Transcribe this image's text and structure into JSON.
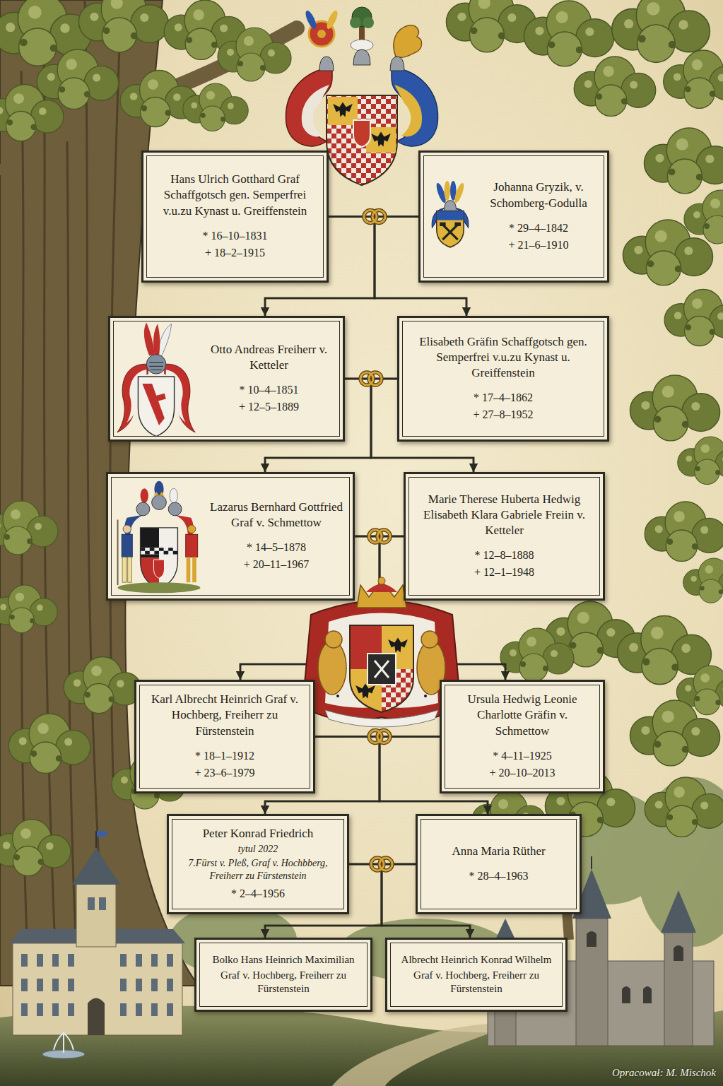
{
  "diagram": {
    "nodes": [
      {
        "text": [
          "Hans Ulrich Gotthard Graf Schaffgotsch gen. Semperfrei v.u.zu Kynast u. Greiffenstein",
          "* 16–10–1831",
          "+ 18–2–1915"
        ]
      },
      {
        "text": [
          "Johanna Gryzik, v. Schomberg-Godulla",
          "* 29–4–1842",
          "+ 21–6–1910"
        ]
      },
      {
        "text": [
          "Otto Andreas Freiherr v. Ketteler",
          "* 10–4–1851",
          "+ 12–5–1889"
        ]
      },
      {
        "text": [
          "Elisabeth Gräfin Schaffgotsch gen. Semperfrei v.u.zu Kynast u. Greiffenstein",
          "* 17–4–1862",
          "+ 27–8–1952"
        ]
      },
      {
        "text": [
          "Lazarus Bernhard Gottfried Graf v. Schmettow",
          "* 14–5–1878",
          "+ 20–11–1967"
        ]
      },
      {
        "text": [
          "Marie Therese Huberta Hedwig Elisabeth Klara Gabriele Freiin v. Ketteler",
          "* 12–8–1888",
          "+ 12–1–1948"
        ]
      },
      {
        "text": [
          "Karl Albrecht Heinrich Graf v. Hochberg, Freiherr zu Fürstenstein",
          "* 18–1–1912",
          "+ 23–6–1979"
        ]
      },
      {
        "text": [
          "Ursula Hedwig Leonie Charlotte Gräfin v. Schmettow",
          "* 4–11–1925",
          "+ 20–10–2013"
        ]
      },
      {
        "text": [
          "Peter Konrad Friedrich",
          "tytul 2022",
          "7.Fürst v. Pleß, Graf v. Hochbberg, Freiherr zu Fürstenstein",
          "* 2–4–1956"
        ]
      },
      {
        "text": [
          "Anna Maria Rüther",
          "* 28–4–1963"
        ]
      },
      {
        "text": [
          "Bolko Hans Heinrich Maximilian",
          "Graf v. Hochberg, Freiherr zu Fürstenstein"
        ]
      },
      {
        "text": [
          "Albrecht Heinrich Konrad Wilhelm",
          "Graf v. Hochberg, Freiherr zu Fürstenstein"
        ]
      }
    ],
    "edges": [
      {
        "from": 0,
        "to": 1,
        "arrow": "none"
      },
      {
        "from": 0,
        "to": 2,
        "arrow": "to"
      },
      {
        "from": 0,
        "to": 3,
        "arrow": "to"
      },
      {
        "from": 1,
        "to": 2,
        "arrow": "to"
      },
      {
        "from": 1,
        "to": 3,
        "arrow": "to"
      },
      {
        "from": 2,
        "to": 3,
        "arrow": "none"
      },
      {
        "from": 2,
        "to": 4,
        "arrow": "to"
      },
      {
        "from": 2,
        "to": 5,
        "arrow": "to"
      },
      {
        "from": 3,
        "to": 4,
        "arrow": "to"
      },
      {
        "from": 3,
        "to": 5,
        "arrow": "to"
      },
      {
        "from": 4,
        "to": 5,
        "arrow": "none"
      },
      {
        "from": 4,
        "to": 6,
        "arrow": "to"
      },
      {
        "from": 4,
        "to": 7,
        "arrow": "to"
      },
      {
        "from": 5,
        "to": 6,
        "arrow": "to"
      },
      {
        "from": 5,
        "to": 7,
        "arrow": "to"
      },
      {
        "from": 6,
        "to": 7,
        "arrow": "none"
      },
      {
        "from": 6,
        "to": 8,
        "arrow": "to"
      },
      {
        "from": 6,
        "to": 9,
        "arrow": "to"
      },
      {
        "from": 7,
        "to": 8,
        "arrow": "to"
      },
      {
        "from": 7,
        "to": 9,
        "arrow": "to"
      },
      {
        "from": 8,
        "to": 9,
        "arrow": "none"
      },
      {
        "from": 8,
        "to": 10,
        "arrow": "to"
      },
      {
        "from": 8,
        "to": 11,
        "arrow": "to"
      },
      {
        "from": 9,
        "to": 10,
        "arrow": "to"
      },
      {
        "from": 9,
        "to": 11,
        "arrow": "to"
      }
    ],
    "labels": [
      "Opracował: M. Mischok"
    ]
  }
}
